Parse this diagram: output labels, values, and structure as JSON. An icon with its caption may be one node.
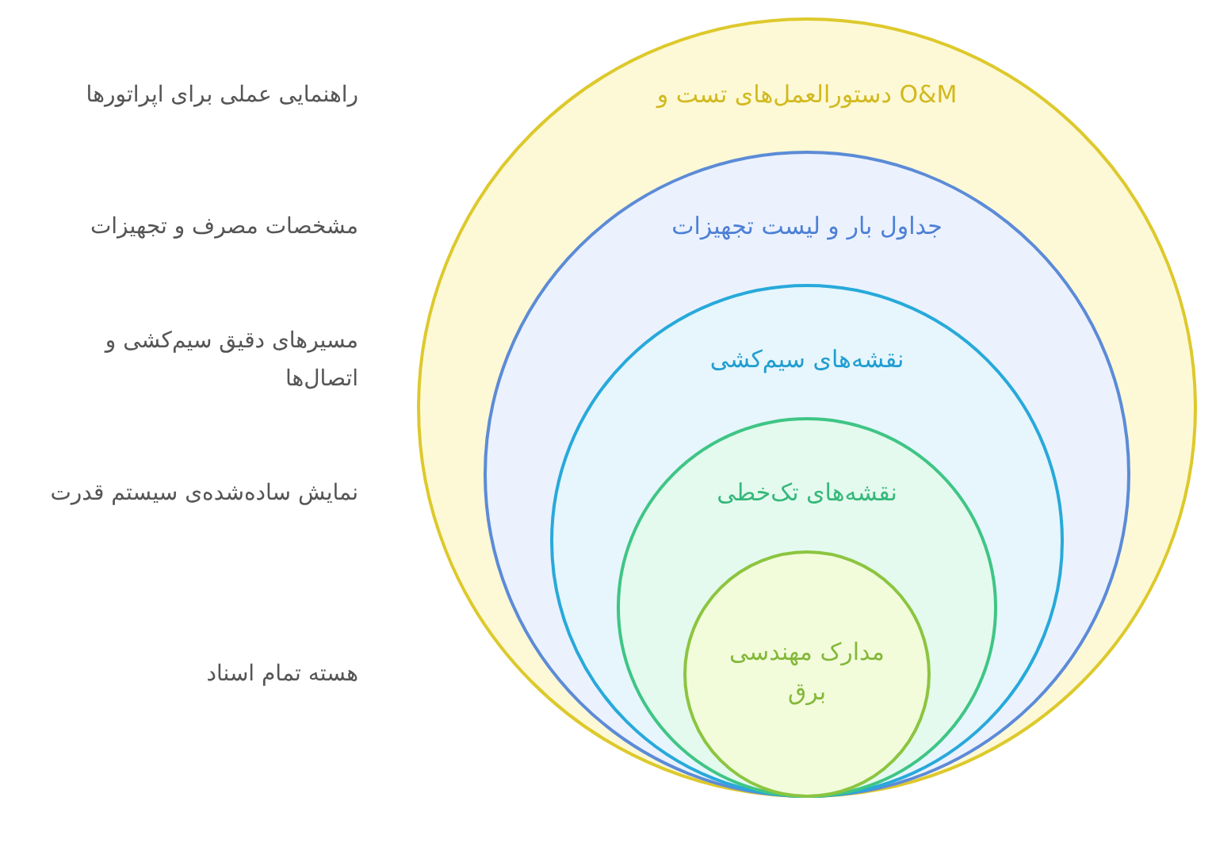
{
  "diagram": {
    "nodes": [
      {
        "text": [
          "دستورالعمل‌های تست و O&M"
        ]
      },
      {
        "text": [
          "جداول بار و لیست تجهیزات"
        ],
        "in": 0
      },
      {
        "text": [
          "نقشه‌های سیم‌کشی"
        ],
        "in": 1
      },
      {
        "text": [
          "نقشه‌های تک‌خطی"
        ],
        "in": 2
      },
      {
        "text": [
          "مدارک مهندسی برق"
        ],
        "in": 3
      }
    ],
    "labels": [
      "راهنمایی عملی برای اپراتورها",
      "مشخصات مصرف و تجهیزات",
      "مسیرهای دقیق سیم‌کشی و اتصال‌ها",
      "نمایش ساده‌شده‌ی سیستم قدرت",
      "هسته تمام اسناد"
    ]
  }
}
